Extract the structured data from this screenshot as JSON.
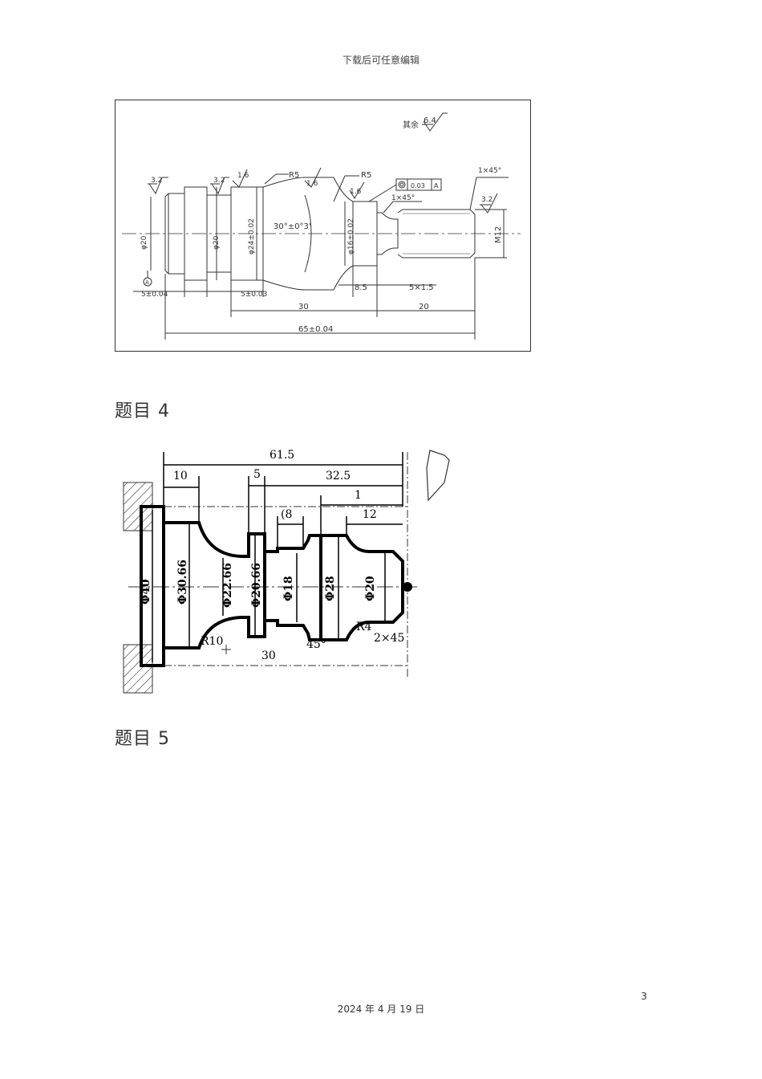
{
  "header": {
    "text": "下载后可任意编辑"
  },
  "figure1": {
    "roughness_note": "其余",
    "roughness_other": "6.4",
    "roughness_values": [
      "3.2",
      "3.2",
      "1.6",
      "1.6",
      "1.6",
      "3.2"
    ],
    "radius_labels": [
      "R5",
      "R5"
    ],
    "chamfer_labels": [
      "1×45°",
      "1×45°"
    ],
    "tolerance_frame": [
      "0.03",
      "A"
    ],
    "diameters": [
      "φ20",
      "φ20",
      "φ24±0.02",
      "φ16±0.02",
      "M12"
    ],
    "angle_label": "30°±0°3'",
    "dims": [
      "5±0.04",
      "5±0.03",
      "8.5",
      "5×1.5",
      "30",
      "20",
      "65±0.04"
    ],
    "datum": "A"
  },
  "heading_4": "题目 4",
  "figure2": {
    "dims_top": [
      "61.5",
      "10",
      "5",
      "32.5",
      "1",
      "(8",
      "12"
    ],
    "diameters": [
      "Φ40",
      "Φ30.66",
      "Φ22.66",
      "Φ20.66",
      "Φ18",
      "Φ28",
      "Φ20"
    ],
    "annotations": [
      "R10",
      "30",
      "45°",
      "R4",
      "2×45"
    ]
  },
  "heading_5": "题目 5",
  "page_number": "3",
  "footer": {
    "date": "2024 年 4 月 19 日"
  }
}
